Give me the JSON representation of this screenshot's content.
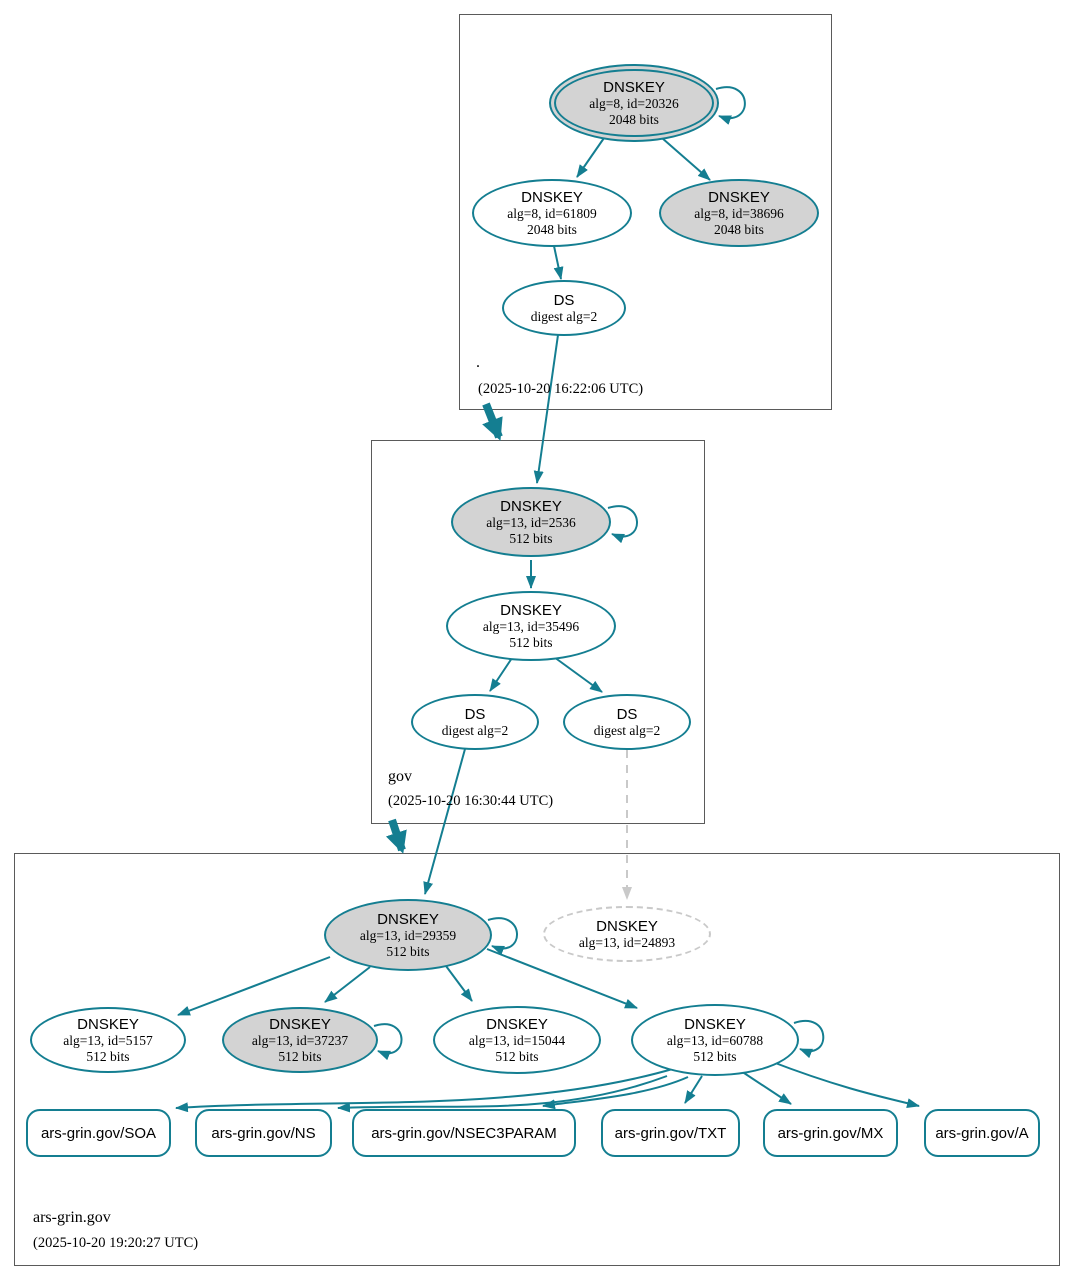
{
  "colors": {
    "edge_secure": "#147e91",
    "node_fill_ksk": "#d3d3d3",
    "node_dashed": "#c9c9c9",
    "zone_box_border": "#5a5a5a"
  },
  "zones": [
    {
      "name": ".",
      "timestamp": "(2025-10-20 16:22:06 UTC)"
    },
    {
      "name": "gov",
      "timestamp": "(2025-10-20 16:30:44 UTC)"
    },
    {
      "name": "ars-grin.gov",
      "timestamp": "(2025-10-20 19:20:27 UTC)"
    }
  ],
  "nodes": {
    "k20326": {
      "title": "DNSKEY",
      "detail": "alg=8, id=20326",
      "bits": "2048 bits"
    },
    "k61809": {
      "title": "DNSKEY",
      "detail": "alg=8, id=61809",
      "bits": "2048 bits"
    },
    "k38696": {
      "title": "DNSKEY",
      "detail": "alg=8, id=38696",
      "bits": "2048 bits"
    },
    "ds_root": {
      "title": "DS",
      "detail": "digest alg=2"
    },
    "k2536": {
      "title": "DNSKEY",
      "detail": "alg=13, id=2536",
      "bits": "512 bits"
    },
    "k35496": {
      "title": "DNSKEY",
      "detail": "alg=13, id=35496",
      "bits": "512 bits"
    },
    "ds_gov_1": {
      "title": "DS",
      "detail": "digest alg=2"
    },
    "ds_gov_2": {
      "title": "DS",
      "detail": "digest alg=2"
    },
    "k29359": {
      "title": "DNSKEY",
      "detail": "alg=13, id=29359",
      "bits": "512 bits"
    },
    "k24893": {
      "title": "DNSKEY",
      "detail": "alg=13, id=24893"
    },
    "k5157": {
      "title": "DNSKEY",
      "detail": "alg=13, id=5157",
      "bits": "512 bits"
    },
    "k37237": {
      "title": "DNSKEY",
      "detail": "alg=13, id=37237",
      "bits": "512 bits"
    },
    "k15044": {
      "title": "DNSKEY",
      "detail": "alg=13, id=15044",
      "bits": "512 bits"
    },
    "k60788": {
      "title": "DNSKEY",
      "detail": "alg=13, id=60788",
      "bits": "512 bits"
    }
  },
  "rrsets": [
    {
      "label": "ars-grin.gov/SOA"
    },
    {
      "label": "ars-grin.gov/NS"
    },
    {
      "label": "ars-grin.gov/NSEC3PARAM"
    },
    {
      "label": "ars-grin.gov/TXT"
    },
    {
      "label": "ars-grin.gov/MX"
    },
    {
      "label": "ars-grin.gov/A"
    }
  ]
}
